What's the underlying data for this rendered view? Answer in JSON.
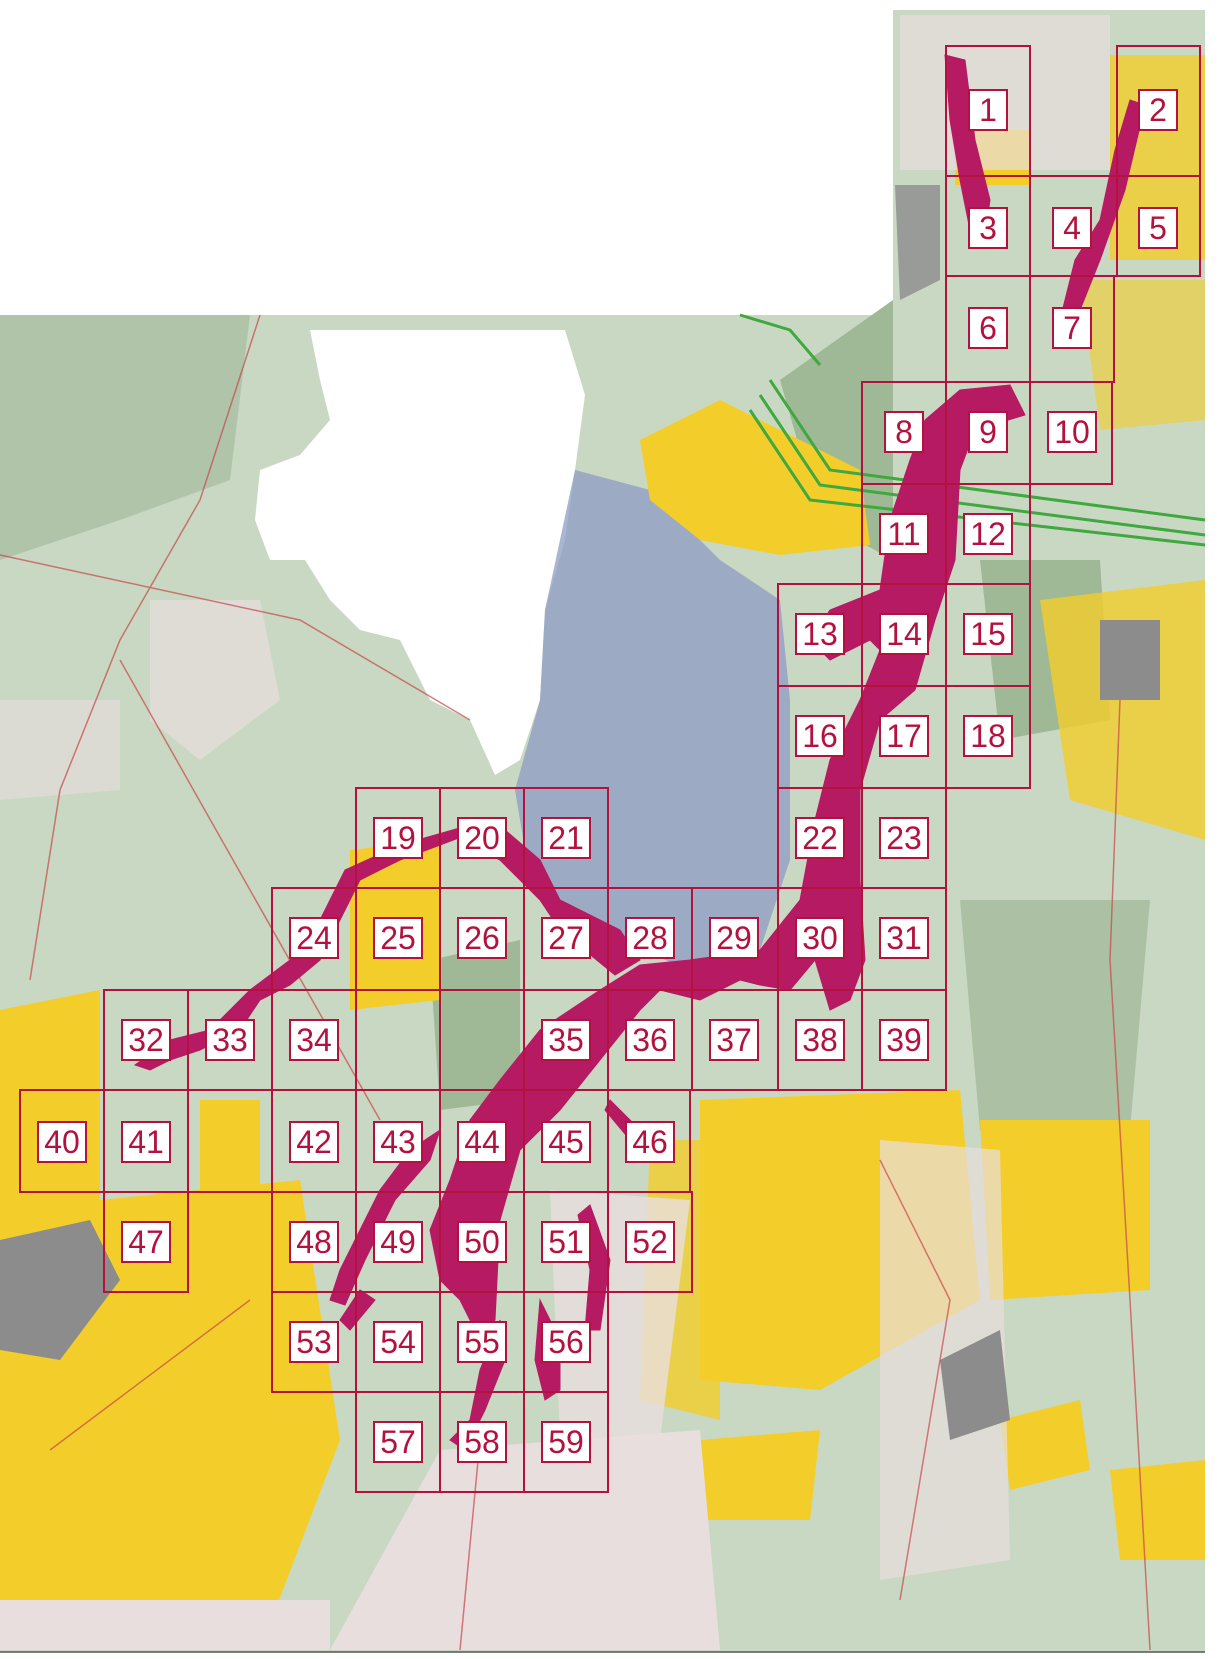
{
  "map": {
    "colors": {
      "background": "#ffffff",
      "forest": "#b9ccb0",
      "forest_dark": "#9fb896",
      "agricultural": "#f3cd2a",
      "residential": "#e8dede",
      "wetland": "#8e9bc4",
      "industrial": "#8c8c8c",
      "river": "#b51a63",
      "grid_line": "#b3123f",
      "power_lines": "#3fa83f",
      "roads": "#c7474b"
    },
    "sheets": [
      "1",
      "2",
      "3",
      "4",
      "5",
      "6",
      "7",
      "8",
      "9",
      "10",
      "11",
      "12",
      "13",
      "14",
      "15",
      "16",
      "17",
      "18",
      "19",
      "20",
      "21",
      "22",
      "23",
      "24",
      "25",
      "26",
      "27",
      "28",
      "29",
      "30",
      "31",
      "32",
      "33",
      "34",
      "35",
      "36",
      "37",
      "38",
      "39",
      "40",
      "41",
      "42",
      "43",
      "44",
      "45",
      "46",
      "47",
      "48",
      "49",
      "50",
      "51",
      "52",
      "53",
      "54",
      "55",
      "56",
      "57",
      "58",
      "59"
    ]
  }
}
